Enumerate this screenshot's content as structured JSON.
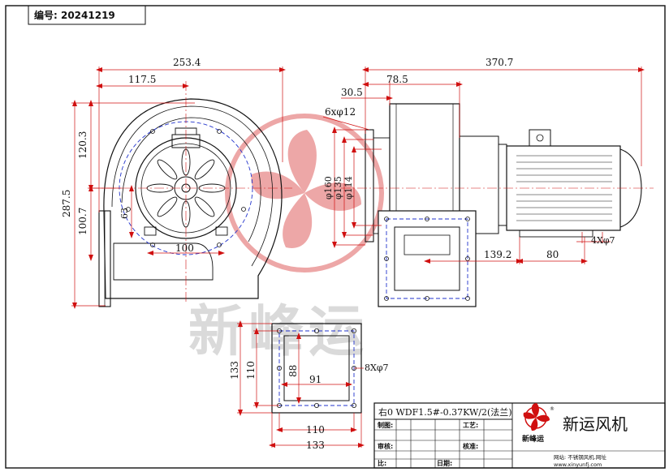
{
  "header": {
    "number_label": "编号: 20241219"
  },
  "dims": {
    "total_width": "253.4",
    "center_offset": "117.5",
    "upper_height": "120.3",
    "total_height": "287.5",
    "lower_height": "100.7",
    "d63": "63",
    "d100": "100",
    "total_length": "370.7",
    "d78_5": "78.5",
    "d30_5": "30.5",
    "holes_6": "6xφ12",
    "phi160": "φ160",
    "phi135": "φ135",
    "phi114": "φ114",
    "d139_2": "139.2",
    "d80": "80",
    "holes_4": "4Xφ7",
    "outlet_h133": "133",
    "outlet_h110": "110",
    "outlet_h88": "88",
    "outlet_w91": "91",
    "holes_8": "8Xφ7",
    "outlet_w110": "110",
    "outlet_w133": "133"
  },
  "watermark": {
    "text": "新峰运",
    "registered": "®"
  },
  "title_block": {
    "model": "右0 WDF1.5#-0.37KW/2(法兰)",
    "brand": "新运风机",
    "logo_text": "新峰运",
    "logo_mark": "®",
    "labels": {
      "draw": "制图:",
      "craft": "工艺:",
      "review": "审核:",
      "approve": "核准:",
      "ratio": "比:",
      "date": "日期:"
    },
    "footer_site": "网站: 不锈钢风机.网址",
    "footer_url": "www.xinyunfj.com"
  },
  "colors": {
    "line": "#111111",
    "dimension_red": "#d01010",
    "center_blue": "#2233cc",
    "watermark_red": "#e06060",
    "watermark_gray": "#c8c8c8"
  }
}
